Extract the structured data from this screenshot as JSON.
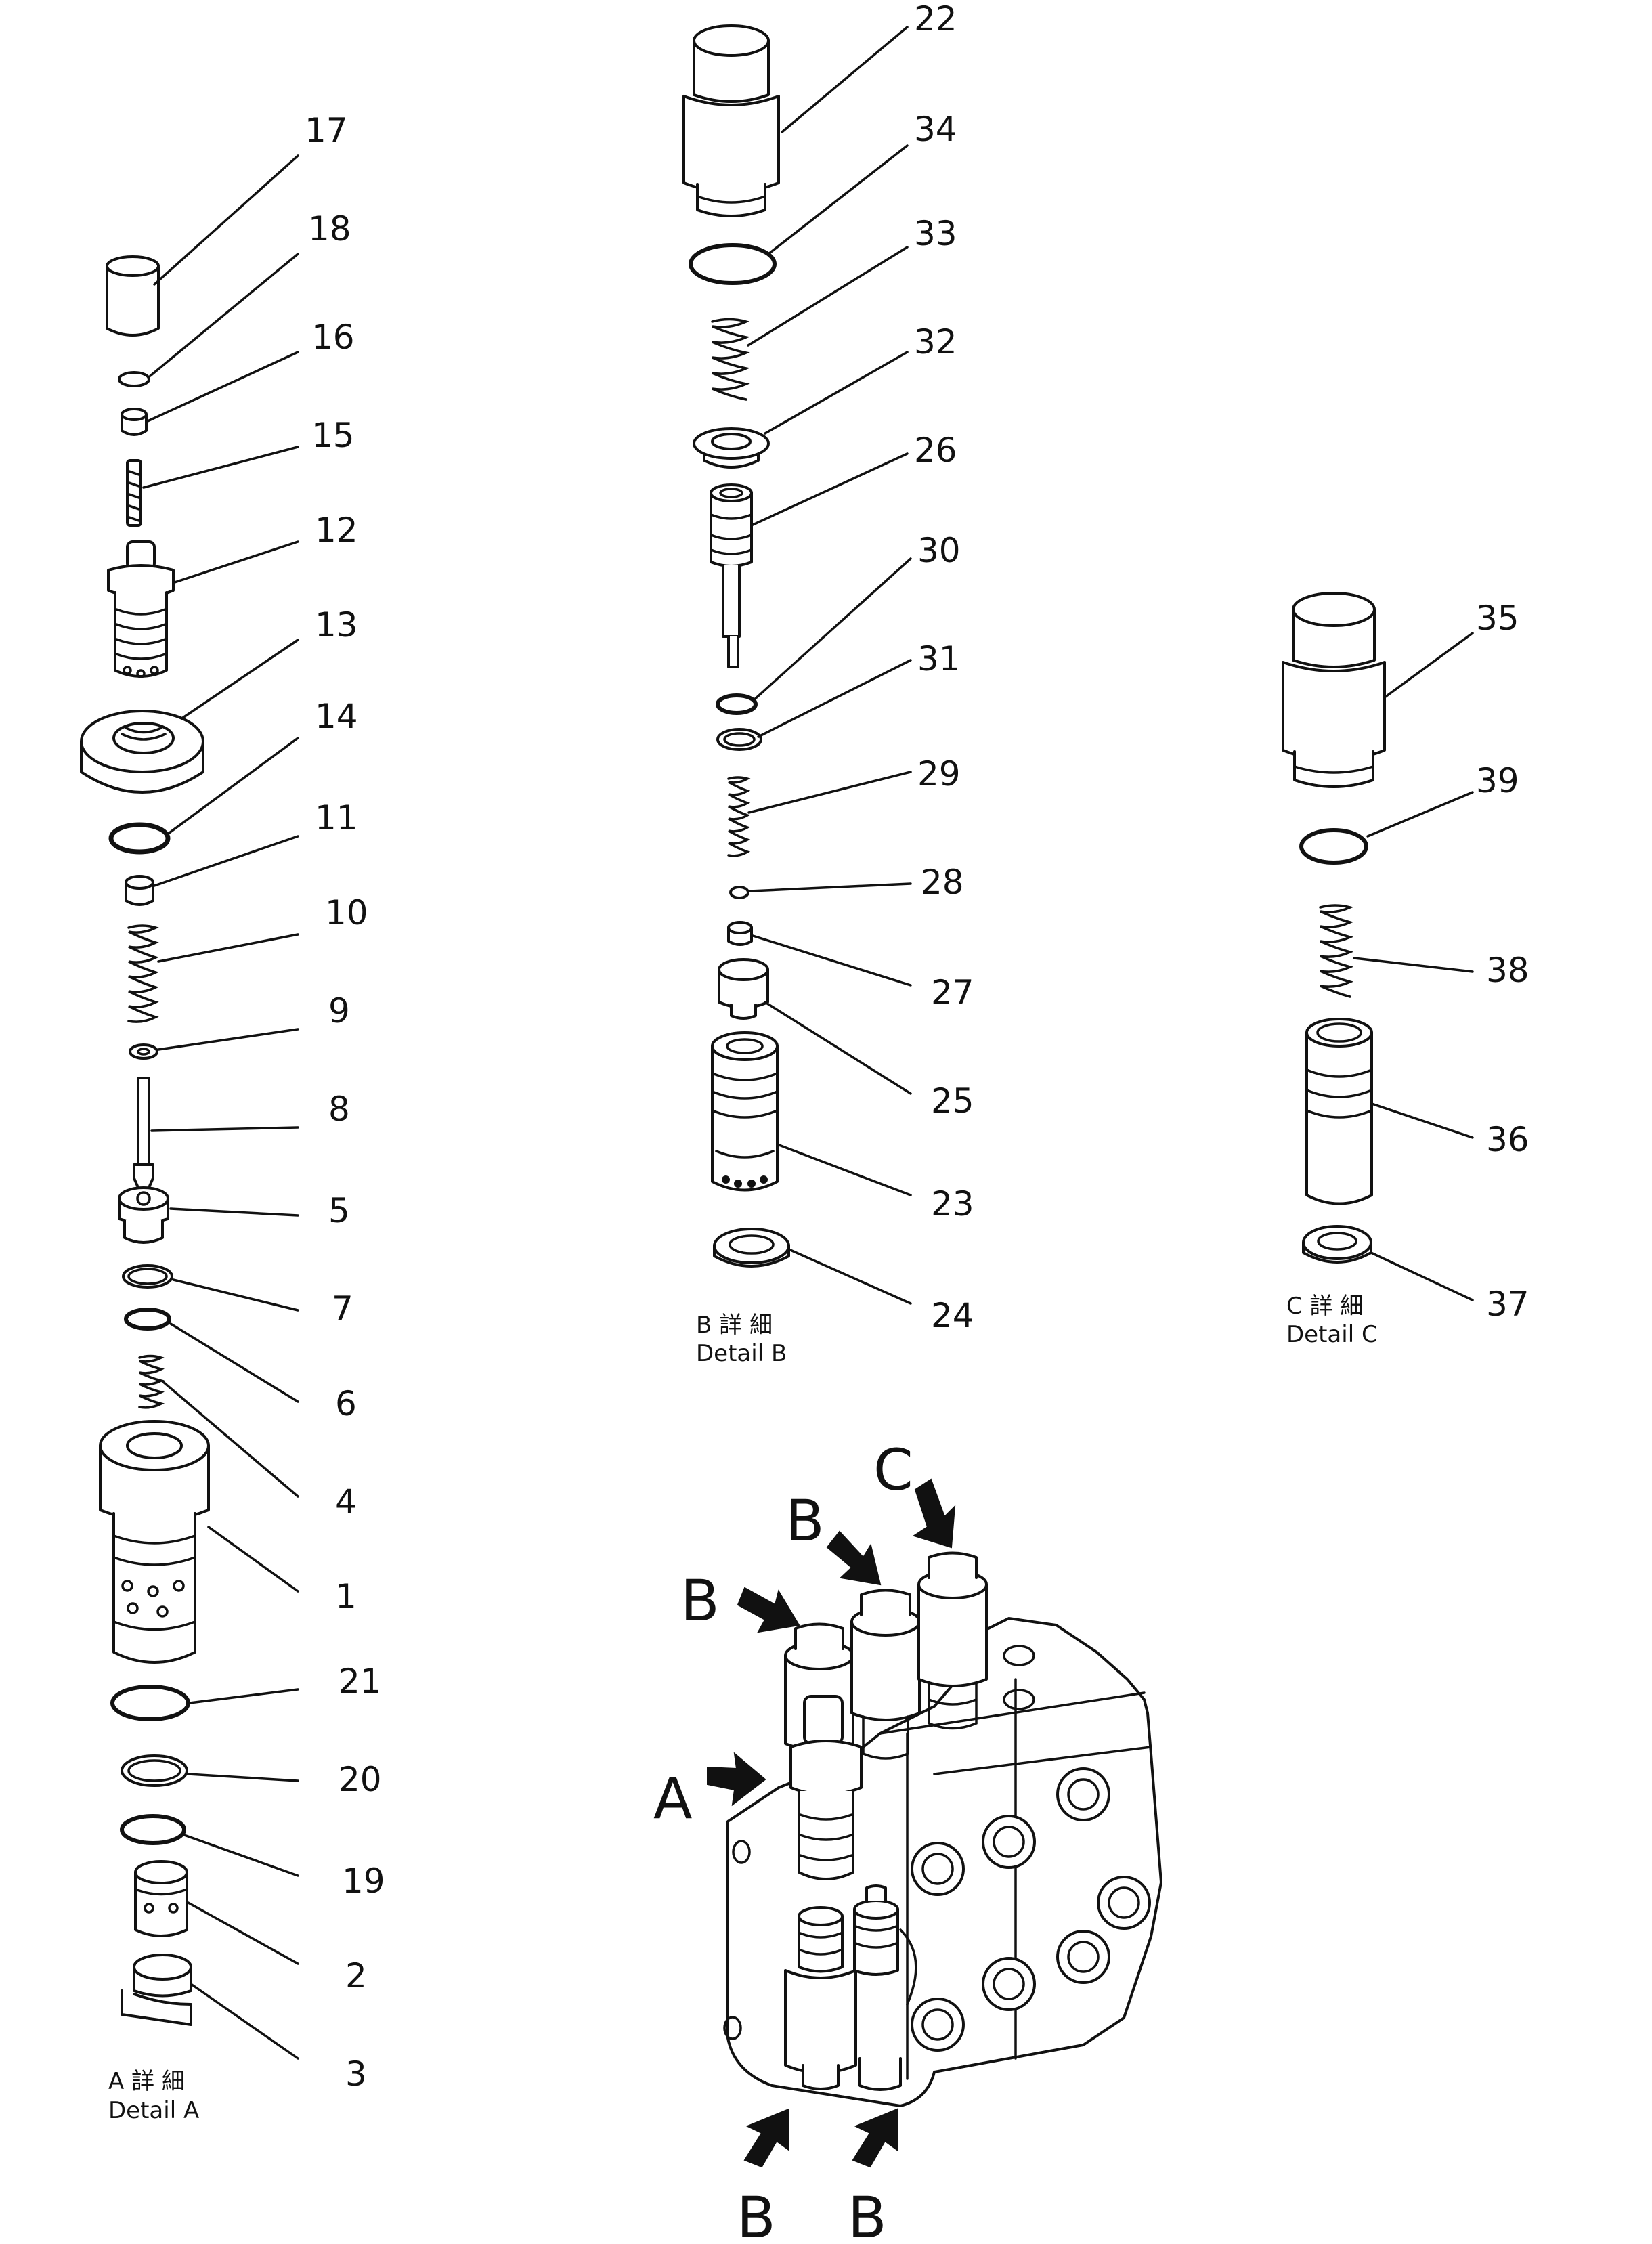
{
  "labels": {
    "n1": "1",
    "n2": "2",
    "n3": "3",
    "n4": "4",
    "n5": "5",
    "n6": "6",
    "n7": "7",
    "n8": "8",
    "n9": "9",
    "n10": "10",
    "n11": "11",
    "n12": "12",
    "n13": "13",
    "n14": "14",
    "n15": "15",
    "n16": "16",
    "n17": "17",
    "n18": "18",
    "n19": "19",
    "n20": "20",
    "n21": "21",
    "n22": "22",
    "n23": "23",
    "n24": "24",
    "n25": "25",
    "n26": "26",
    "n27": "27",
    "n28": "28",
    "n29": "29",
    "n30": "30",
    "n31": "31",
    "n32": "32",
    "n33": "33",
    "n34": "34",
    "n35": "35",
    "n36": "36",
    "n37": "37",
    "n38": "38",
    "n39": "39"
  },
  "captions": {
    "a_jp": "A 詳 細",
    "a_en": "Detail A",
    "b_jp": "B 詳 細",
    "b_en": "Detail B",
    "c_jp": "C 詳 細",
    "c_en": "Detail C"
  },
  "assembly": {
    "a": "A",
    "b1": "B",
    "b2": "B",
    "b3": "B",
    "b4": "B",
    "c": "C"
  }
}
